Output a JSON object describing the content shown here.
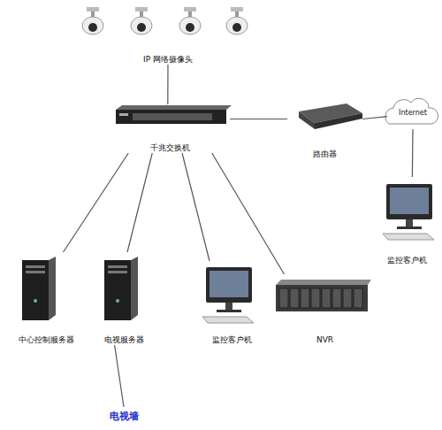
{
  "diagram": {
    "nodes": [
      {
        "text": [
          "IP 网络摄像头"
        ]
      },
      {
        "text": [
          "千兆交换机"
        ]
      },
      {
        "text": [
          "路由器"
        ]
      },
      {
        "text": [
          "Internet"
        ]
      },
      {
        "text": [
          "监控客户机"
        ]
      },
      {
        "text": [
          "中心控制服务器"
        ]
      },
      {
        "text": [
          "电视服务器"
        ]
      },
      {
        "text": [
          "监控客户机"
        ]
      },
      {
        "text": [
          "NVR"
        ]
      },
      {
        "text": [
          "电视墙"
        ]
      }
    ],
    "edges": [
      {
        "from": 0,
        "to": 1,
        "arrow": "none"
      },
      {
        "from": 1,
        "to": 2,
        "arrow": "none"
      },
      {
        "from": 2,
        "to": 3,
        "arrow": "none"
      },
      {
        "from": 3,
        "to": 4,
        "arrow": "none"
      },
      {
        "from": 1,
        "to": 5,
        "arrow": "none"
      },
      {
        "from": 1,
        "to": 6,
        "arrow": "none"
      },
      {
        "from": 1,
        "to": 7,
        "arrow": "none"
      },
      {
        "from": 1,
        "to": 8,
        "arrow": "none"
      },
      {
        "from": 6,
        "to": 9,
        "arrow": "none"
      }
    ]
  }
}
